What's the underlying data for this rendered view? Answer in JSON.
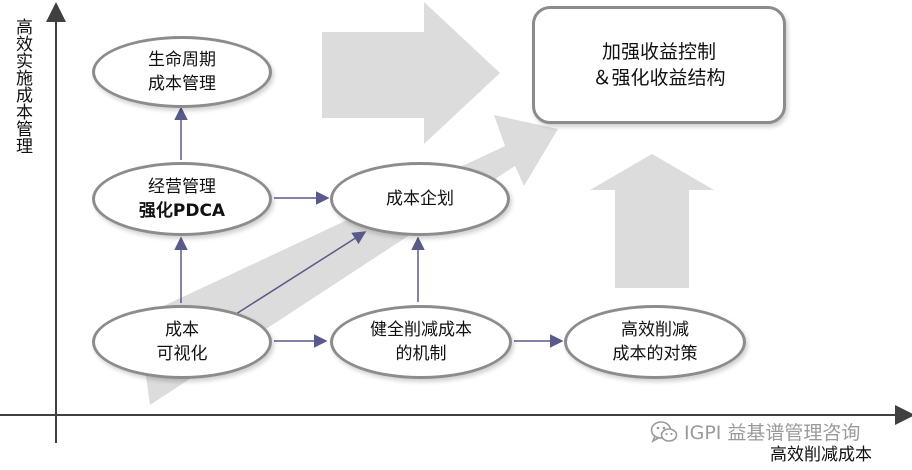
{
  "axes": {
    "y_label": "高效实施成本管理",
    "x_label": "高效削减成本"
  },
  "nodes": {
    "lifecycle": [
      "生命周期",
      "成本管理"
    ],
    "pdca": [
      "经营管理",
      "强化PDCA"
    ],
    "planning": [
      "成本企划"
    ],
    "visual": [
      "成本",
      "可视化"
    ],
    "mechanism": [
      "健全削减成本",
      "的机制"
    ],
    "countermeasure": [
      "高效削减",
      "成本的对策"
    ],
    "goal": [
      "加强收益控制",
      "＆强化收益结构"
    ]
  },
  "watermark": {
    "text": "IGPI 益基谱管理咨询",
    "icon": "wechat-icon"
  },
  "colors": {
    "node_border": "#8c8c8c",
    "connector": "#5a5a8a",
    "big_arrow": "#dcdcdc",
    "axis": "#404040"
  }
}
